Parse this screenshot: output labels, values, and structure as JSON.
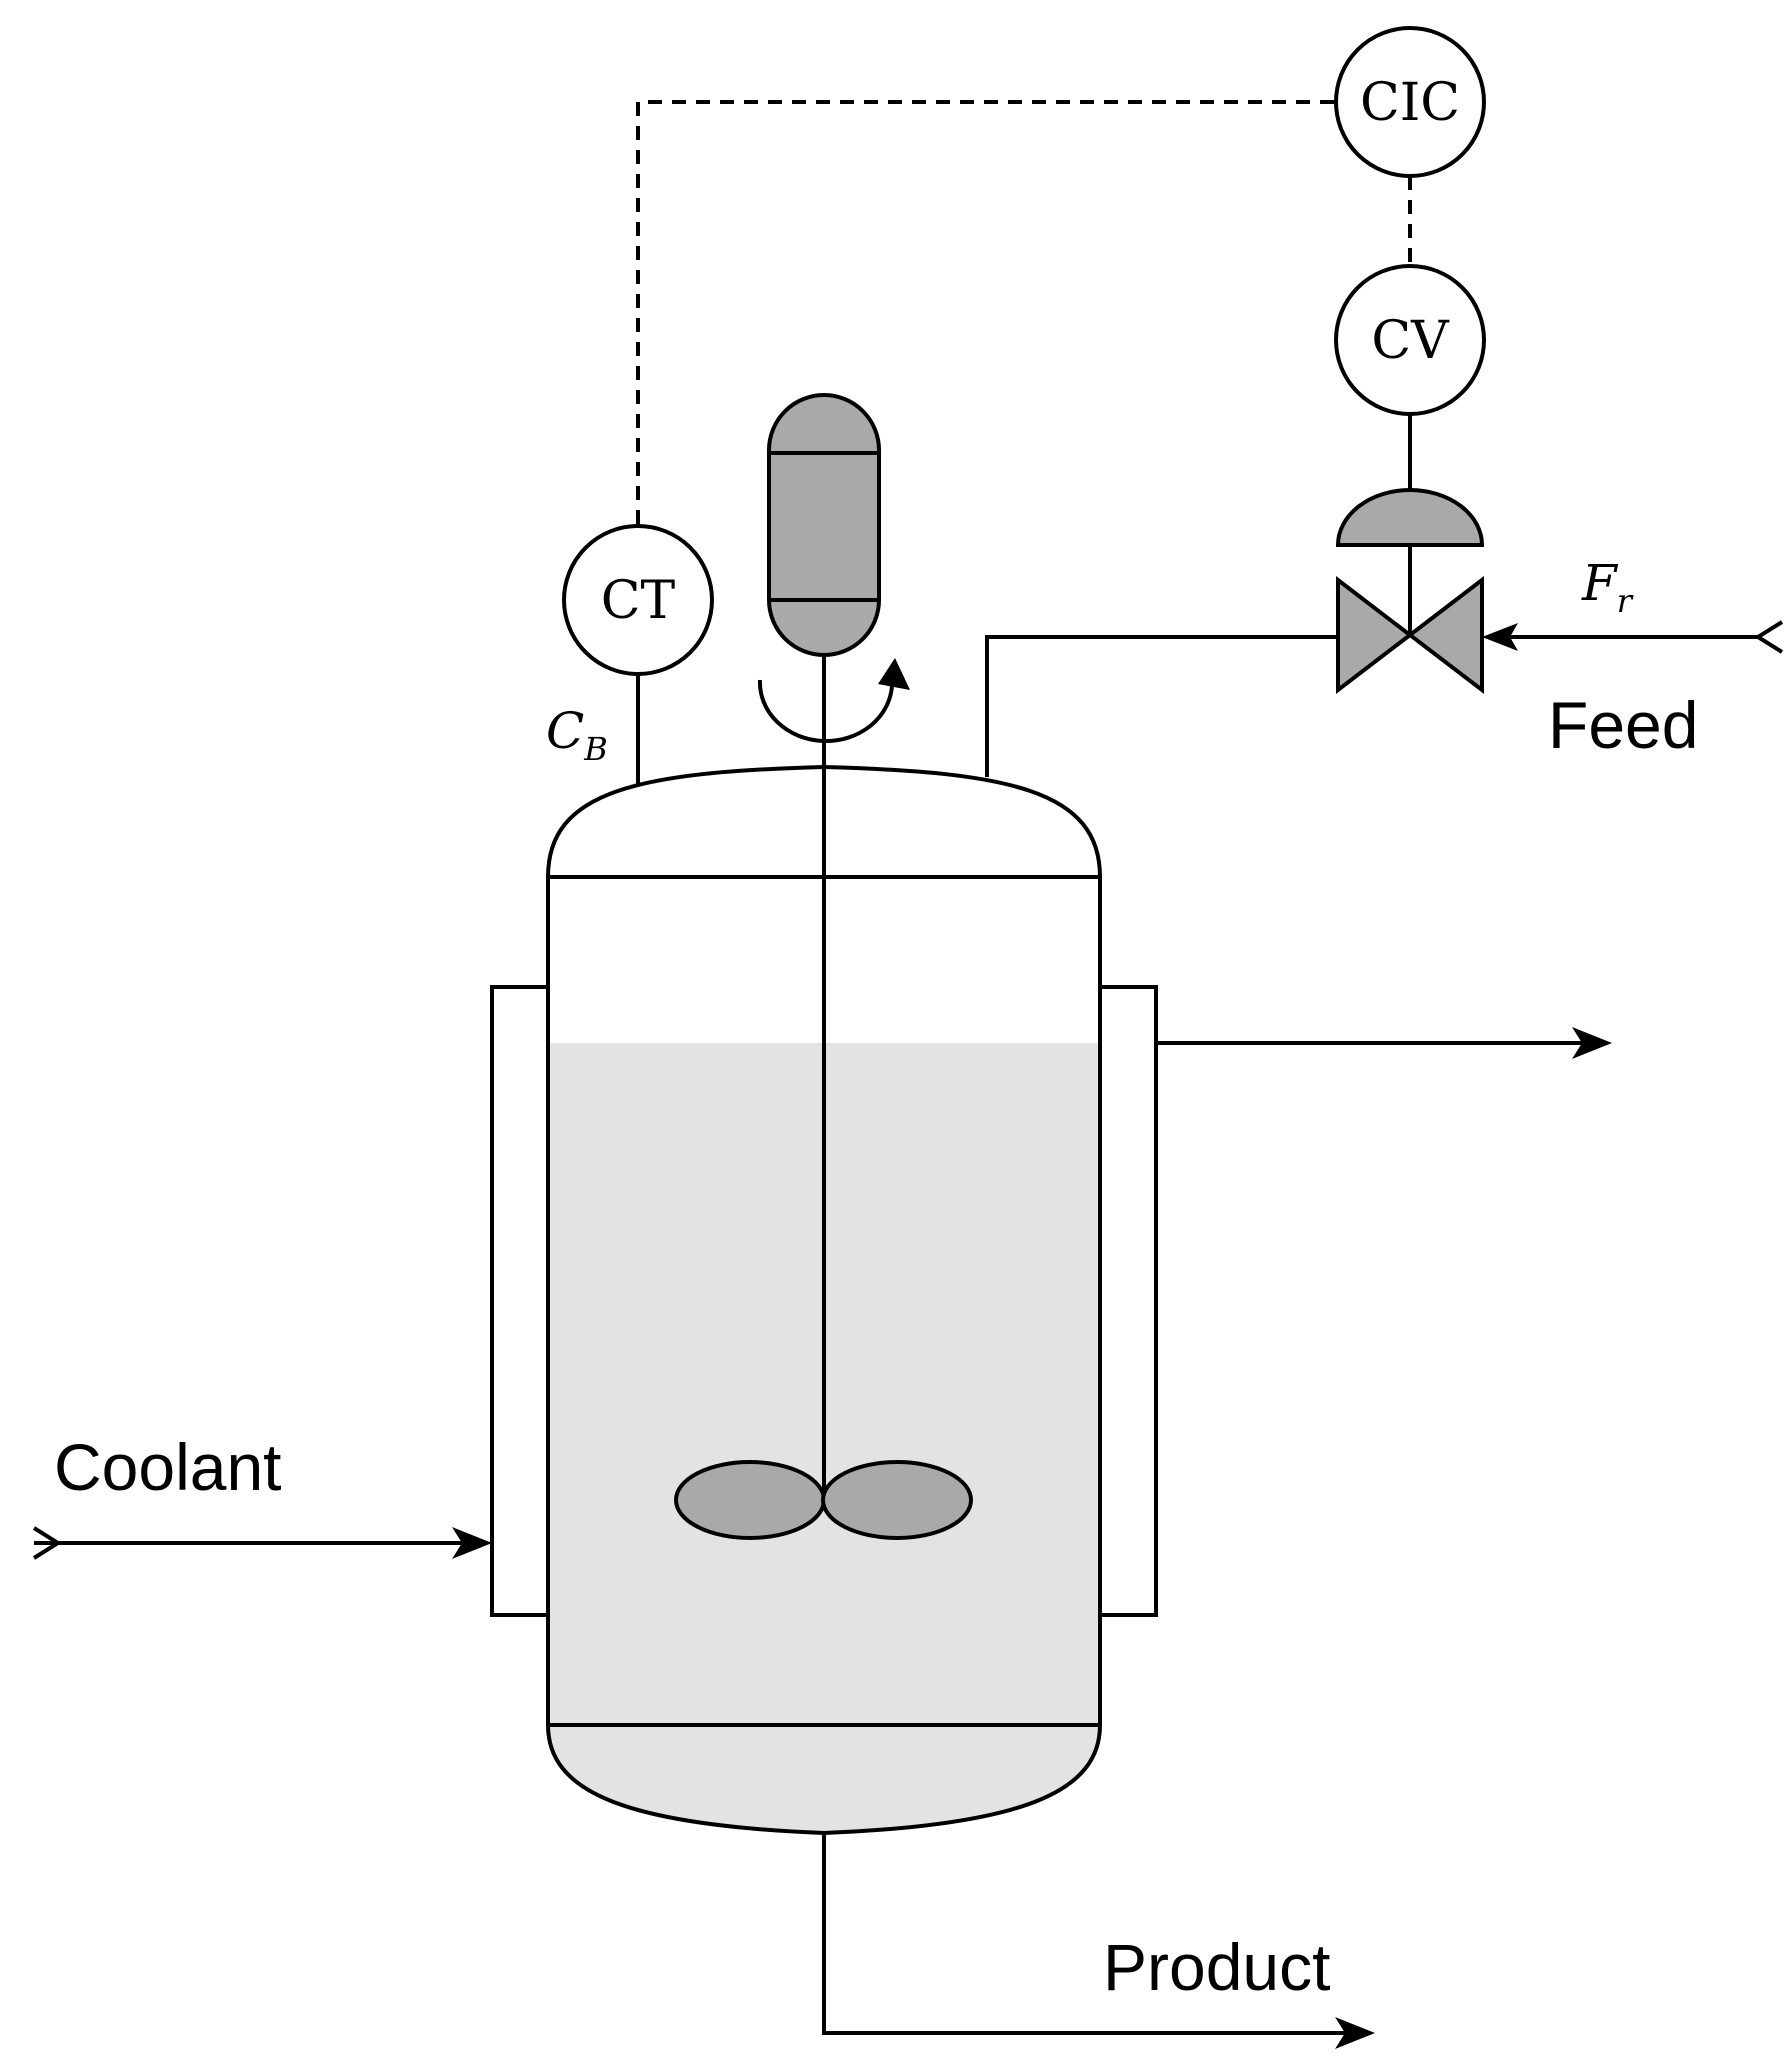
{
  "instruments": {
    "cic": "CIC",
    "cv": "CV",
    "ct": "CT"
  },
  "variables": {
    "cb_main": "C",
    "cb_sub": "B",
    "fr_main": "F",
    "fr_sub": "r"
  },
  "streams": {
    "feed": "Feed",
    "coolant": "Coolant",
    "product": "Product"
  }
}
